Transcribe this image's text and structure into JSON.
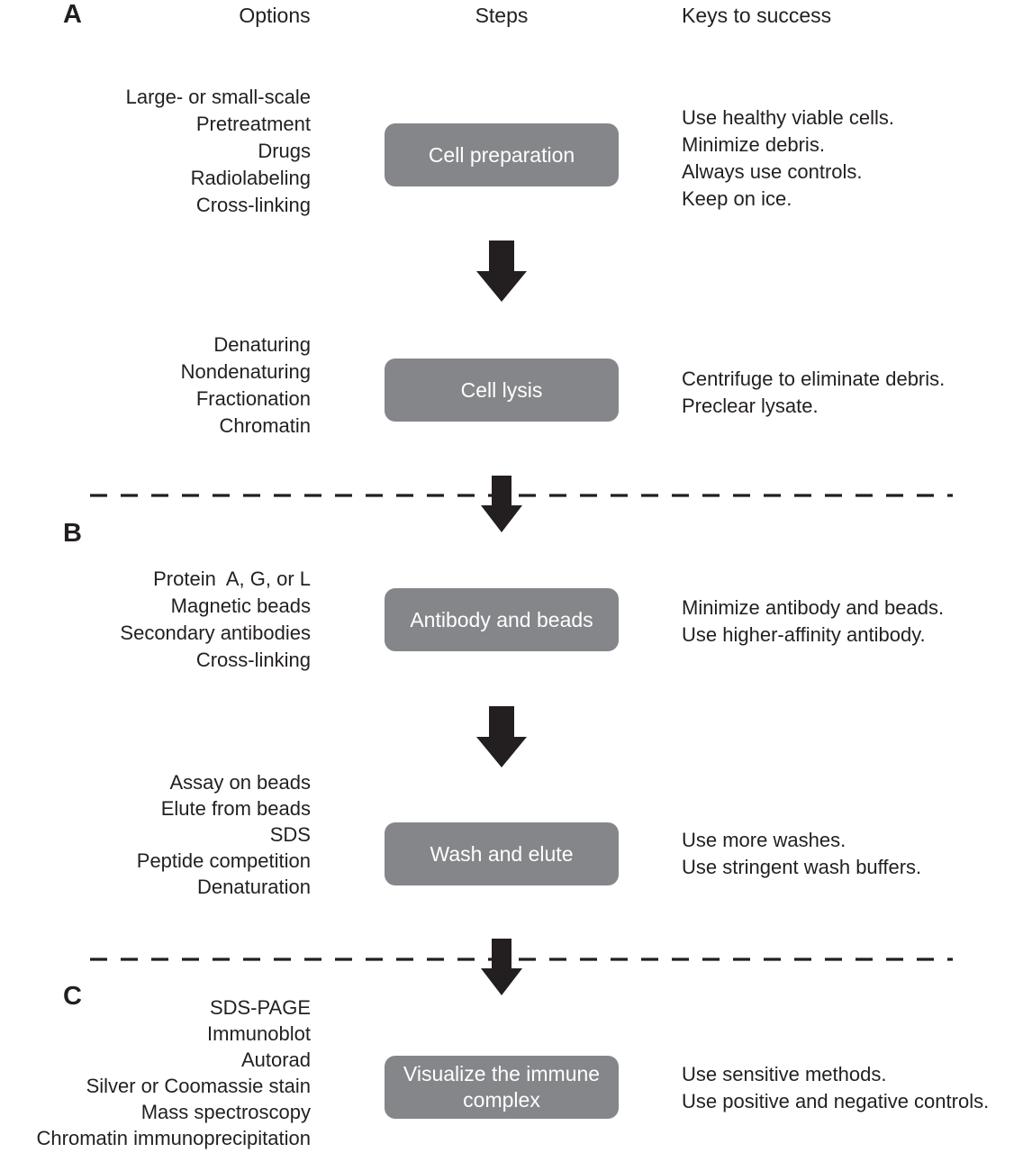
{
  "colors": {
    "box_bg": "#85868a",
    "box_text": "#ffffff",
    "text": "#231f20",
    "arrow": "#231f20"
  },
  "columns": {
    "options": "Options",
    "steps": "Steps",
    "keys": "Keys to success"
  },
  "sections": [
    {
      "label": "A"
    },
    {
      "label": "B"
    },
    {
      "label": "C"
    }
  ],
  "rows": [
    {
      "step": "Cell preparation",
      "options": [
        "Large- or small-scale",
        "Pretreatment",
        "Drugs",
        "Radiolabeling",
        "Cross-linking"
      ],
      "keys": [
        "Use healthy viable cells.",
        "Minimize debris.",
        "Always use controls.",
        "Keep on ice."
      ]
    },
    {
      "step": "Cell lysis",
      "options": [
        "Denaturing",
        "Nondenaturing",
        "Fractionation",
        "Chromatin"
      ],
      "keys": [
        "Centrifuge to eliminate debris.",
        "Preclear lysate."
      ]
    },
    {
      "step": "Antibody and beads",
      "options": [
        "Protein  A, G, or L",
        "Magnetic beads",
        "Secondary antibodies",
        "Cross-linking"
      ],
      "keys": [
        "Minimize antibody and beads.",
        "Use higher-affinity antibody."
      ]
    },
    {
      "step": "Wash and elute",
      "options": [
        "Assay on beads",
        "Elute from beads",
        "SDS",
        "Peptide competition",
        "Denaturation"
      ],
      "keys": [
        "Use more washes.",
        "Use stringent wash buffers."
      ]
    },
    {
      "step": "Visualize the immune complex",
      "options": [
        "SDS-PAGE",
        "Immunoblot",
        "Autorad",
        "Silver or Coomassie stain",
        "Mass spectroscopy",
        "Chromatin immunoprecipitation"
      ],
      "keys": [
        "Use sensitive methods.",
        "Use positive and negative controls."
      ]
    }
  ]
}
